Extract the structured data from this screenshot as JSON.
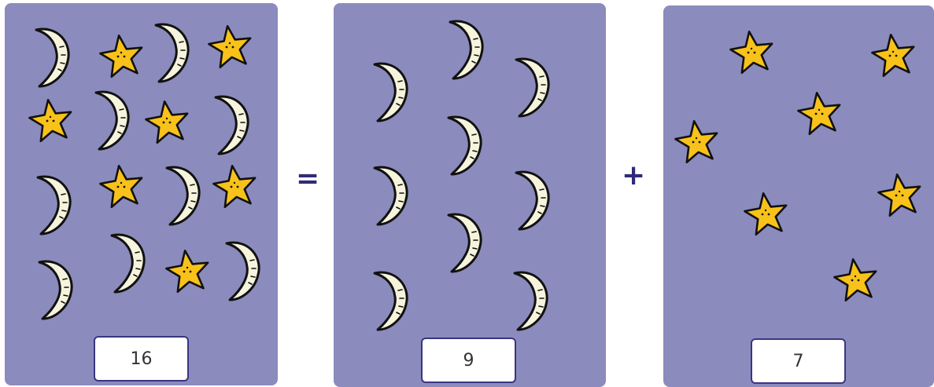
{
  "colors": {
    "background": "#ffffff",
    "panel": "#8b8bbd",
    "moon": "#f6f4dc",
    "star": "#f8c21a",
    "outline": "#111111",
    "operator": "#2f2a78",
    "count_border": "#3a3580"
  },
  "equation": {
    "equals_sign": "=",
    "plus_sign": "+"
  },
  "panels": [
    {
      "label": "all-items",
      "count": "16",
      "moons": 9,
      "stars": 7
    },
    {
      "label": "moons",
      "count": "9",
      "moons": 9,
      "stars": 0
    },
    {
      "label": "stars",
      "count": "7",
      "moons": 0,
      "stars": 7
    }
  ]
}
